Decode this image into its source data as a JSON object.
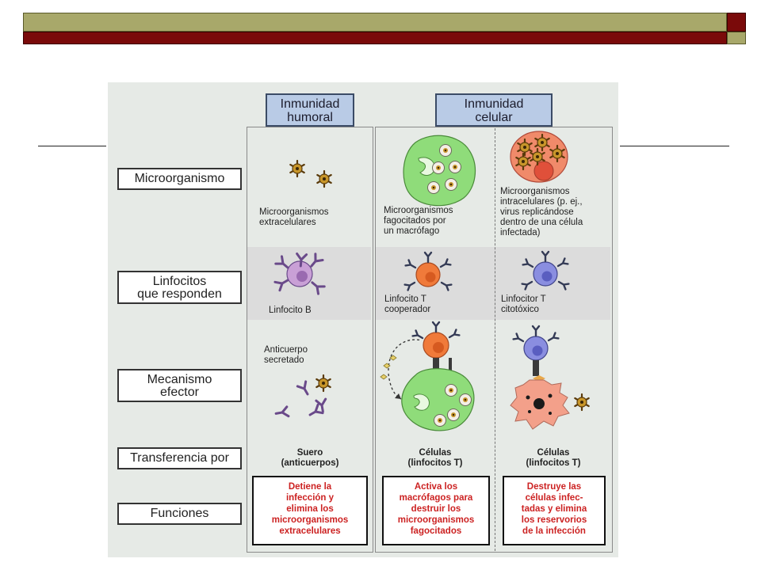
{
  "headers": {
    "humoral": "Inmunidad\nhumoral",
    "celular": "Inmunidad\ncelular"
  },
  "row_labels": {
    "microorganismo": "Microorganismo",
    "linfocitos": "Linfocitos\nque responden",
    "mecanismo": "Mecanismo\nefector",
    "transferencia": "Transferencia por",
    "funciones": "Funciones"
  },
  "microorganismo": {
    "humoral": "Microorganismos\nextracelulares",
    "macrofago": "Microorganismos\nfagocitados por\nun macrófago",
    "intracelular": "Microorganismos\nintracelulares (p. ej.,\nvirus replicándose\ndentro de una célula\ninfectada)"
  },
  "linfocitos": {
    "humoral": "Linfocito B",
    "cooperador": "Linfocito T\ncooperador",
    "citotoxico": "Linfocitor T\ncitotóxico"
  },
  "mecanismo": {
    "anticuerpo": "Anticuerpo\nsecretado"
  },
  "transferencia": {
    "humoral": "Suero\n(anticuerpos)",
    "cooperador": "Células\n(linfocitos T)",
    "citotoxico": "Células\n(linfocitos T)"
  },
  "funciones": {
    "humoral": "Detiene la\ninfección y\nelimina los\nmicroorganismos\nextracelulares",
    "cooperador": "Activa los\nmacrófagos para\ndestruir los\nmicroorganismos\nfagocitados",
    "citotoxico": "Destruye las\ncélulas infec-\ntadas y elimina\nlos reservorios\nde la infección"
  },
  "colors": {
    "header_olive": "#a8a86a",
    "header_maroon": "#7a0a0a",
    "header_box": "#b9cbe6",
    "function_text": "#cc2222",
    "b_cell": "#c9a0d6",
    "helper_t": "#f07a3a",
    "cytotoxic_t": "#8a8ee0",
    "macrophage": "#8fdc7a",
    "infected_cell": "#f3a08a"
  }
}
